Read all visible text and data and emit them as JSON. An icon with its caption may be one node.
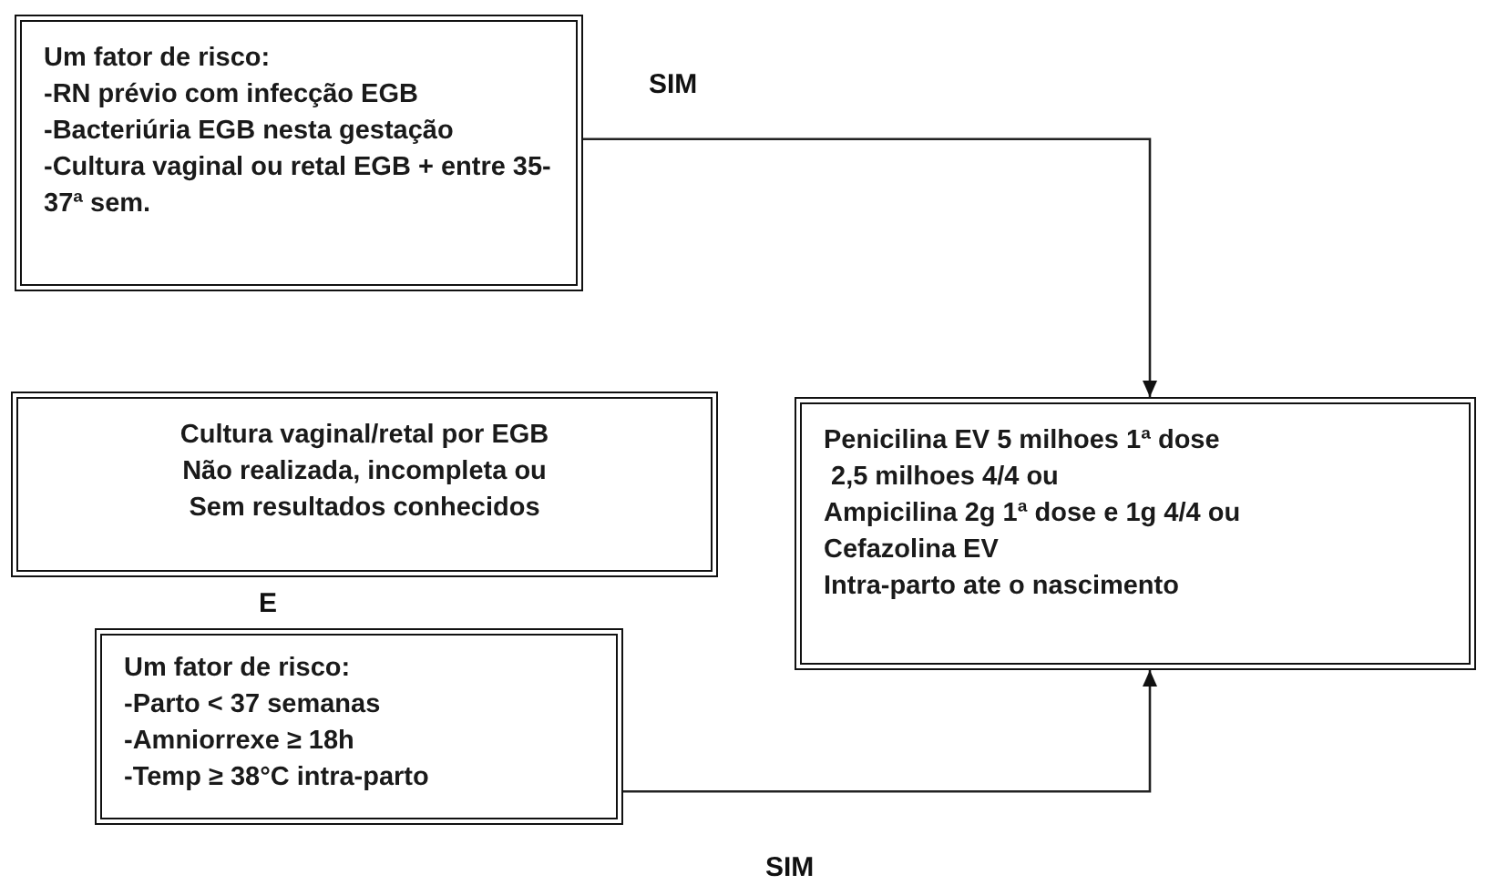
{
  "diagram": {
    "nodes": [
      {
        "text": [
          "Um fator de risco:",
          "-RN prévio com infecção EGB",
          "-Bacteriúria EGB nesta gestação",
          "-Cultura vaginal ou retal EGB + entre 35-37ª sem."
        ]
      },
      {
        "text": [
          "Cultura vaginal/retal por EGB",
          "Não realizada, incompleta ou",
          "Sem resultados conhecidos"
        ]
      },
      {
        "text": [
          "Um fator de risco:",
          "-Parto < 37 semanas",
          "-Amniorrexe ≥ 18h",
          "-Temp ≥ 38°C  intra-parto"
        ]
      },
      {
        "text": [
          "Penicilina EV 5 milhoes 1ª dose",
          "2,5 milhoes 4/4 ou",
          "Ampicilina 2g 1ª dose e 1g 4/4 ou",
          "Cefazolina EV",
          "Intra-parto ate o nascimento"
        ]
      }
    ],
    "edges": [
      {
        "from": 0,
        "to": 3,
        "arrow": "to"
      },
      {
        "from": 2,
        "to": 3,
        "arrow": "to"
      }
    ],
    "labels": [
      "SIM",
      "E",
      "SIM"
    ]
  }
}
